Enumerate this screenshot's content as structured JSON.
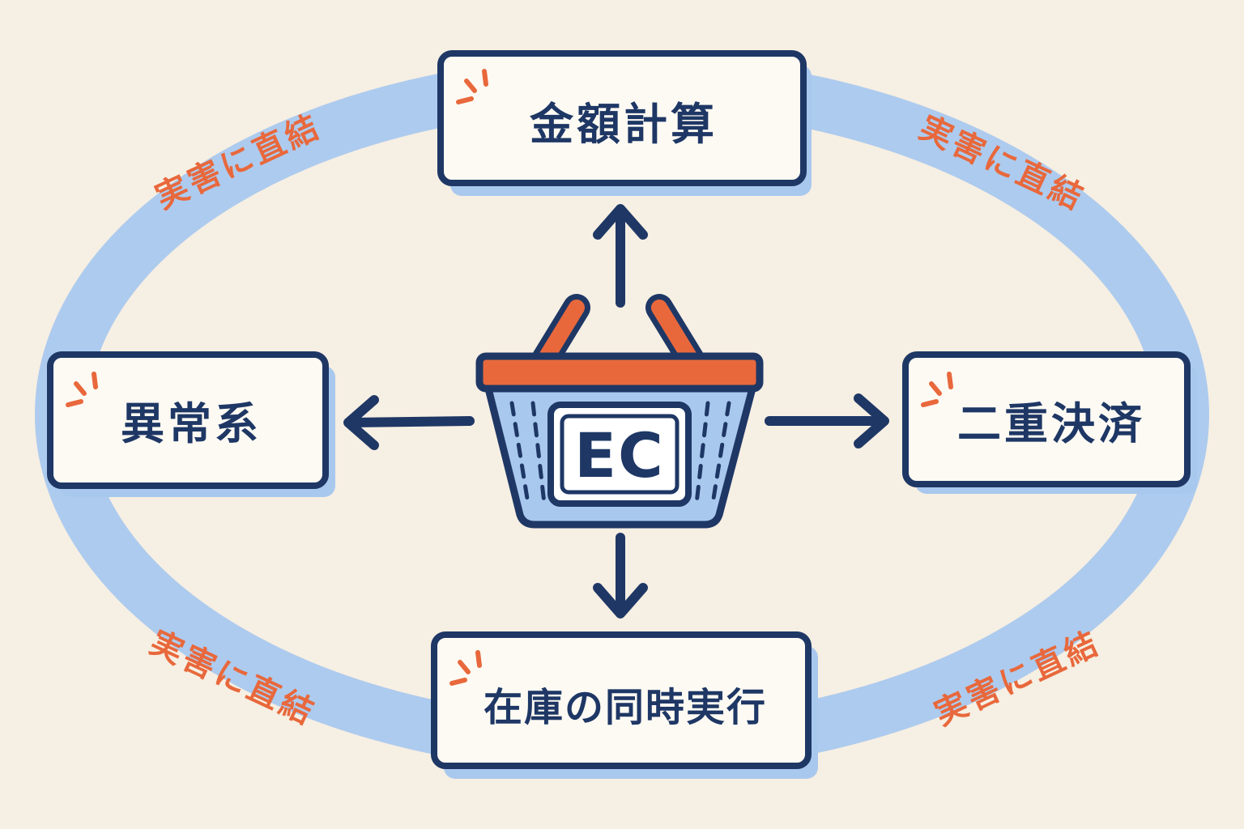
{
  "center": {
    "label": "EC",
    "icon": "shopping-basket-icon"
  },
  "nodes": {
    "top": "金額計算",
    "left": "異常系",
    "right": "二重決済",
    "bottom": "在庫の同時実行"
  },
  "ring_labels": {
    "top_left": "実害に直結",
    "top_right": "実害に直結",
    "bottom_left": "実害に直結",
    "bottom_right": "実害に直結"
  },
  "colors": {
    "background": "#f6efe3",
    "ring": "#a9c8ee",
    "navy": "#1e3765",
    "accent": "#e8683c",
    "basket_fill": "#a9c8ee"
  }
}
